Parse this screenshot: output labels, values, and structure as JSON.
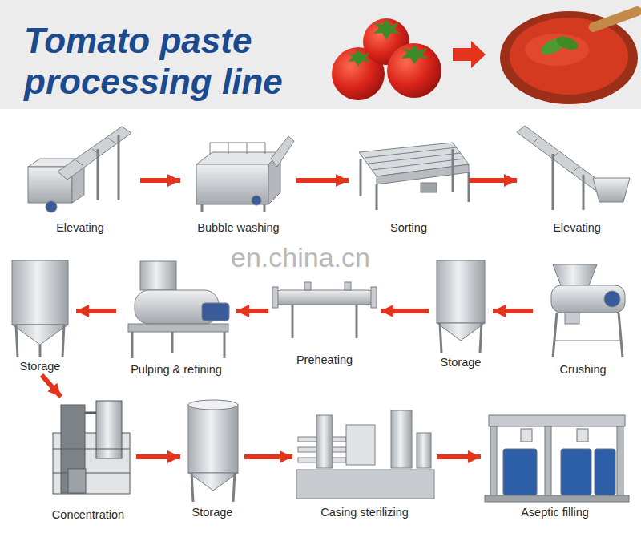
{
  "diagram": {
    "title": "Tomato paste processing line",
    "nodes": [
      {
        "text": [
          "Elevating"
        ]
      },
      {
        "text": [
          "Bubble washing"
        ]
      },
      {
        "text": [
          "Sorting"
        ]
      },
      {
        "text": [
          "Elevating"
        ]
      },
      {
        "text": [
          "Storage"
        ]
      },
      {
        "text": [
          "Pulping & refining"
        ]
      },
      {
        "text": [
          "Preheating"
        ]
      },
      {
        "text": [
          "Storage"
        ]
      },
      {
        "text": [
          "Crushing"
        ]
      },
      {
        "text": [
          "Concentration"
        ]
      },
      {
        "text": [
          "Storage"
        ]
      },
      {
        "text": [
          "Casing sterilizing"
        ]
      },
      {
        "text": [
          "Aseptic filling"
        ]
      }
    ],
    "edges": [
      {
        "from": 0,
        "to": 1,
        "arrow": "to"
      },
      {
        "from": 1,
        "to": 2,
        "arrow": "to"
      },
      {
        "from": 2,
        "to": 3,
        "arrow": "to"
      },
      {
        "from": 8,
        "to": 7,
        "arrow": "to"
      },
      {
        "from": 7,
        "to": 6,
        "arrow": "to"
      },
      {
        "from": 6,
        "to": 5,
        "arrow": "to"
      },
      {
        "from": 5,
        "to": 4,
        "arrow": "to"
      },
      {
        "from": 4,
        "to": 9,
        "arrow": "to"
      },
      {
        "from": 9,
        "to": 10,
        "arrow": "to"
      },
      {
        "from": 10,
        "to": 11,
        "arrow": "to"
      },
      {
        "from": 11,
        "to": 12,
        "arrow": "to"
      }
    ],
    "labels": [
      "en.china.cn"
    ]
  }
}
